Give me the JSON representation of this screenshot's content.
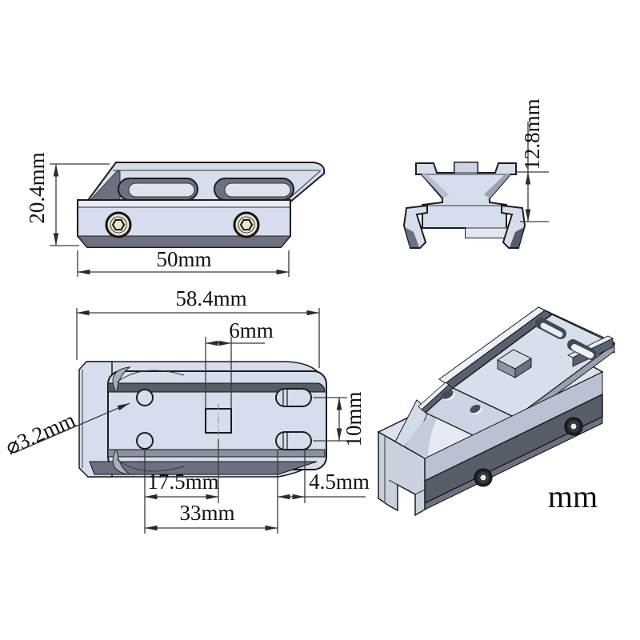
{
  "labels": {
    "unit": "mm"
  },
  "dims": {
    "side_height": "20.4mm",
    "side_length": "50mm",
    "end_rail_height": "12.8mm",
    "top_overall_length": "58.4mm",
    "top_square_width": "6mm",
    "top_hole_diameter": "⌀3.2mm",
    "top_slot_spacing": "10mm",
    "top_hole_to_square": "17.5mm",
    "top_slot_length": "4.5mm",
    "top_hole_to_slot": "33mm"
  },
  "colors": {
    "background": "#ffffff",
    "body_light": "#d6deed",
    "body_highlight": "#e9eef7",
    "body_mid": "#aab2c2",
    "body_dark": "#6b7180",
    "body_darker": "#565c68",
    "outline": "#1c1c1c",
    "screw_face": "#ece4d4",
    "dimension_line": "#3a3a3a",
    "text": "#111111"
  }
}
